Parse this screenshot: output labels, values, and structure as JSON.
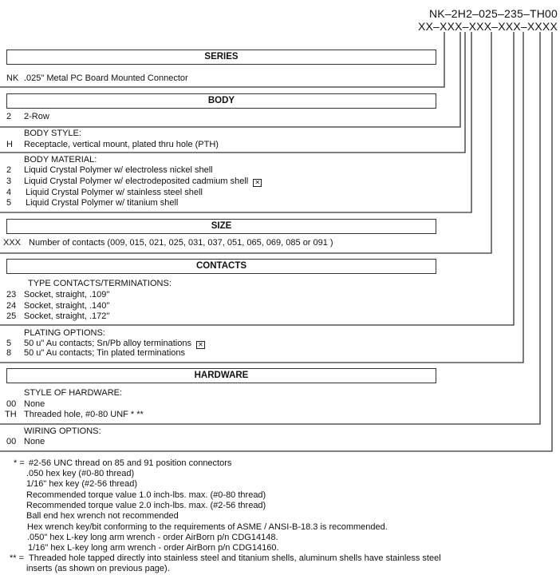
{
  "part_number": {
    "example": "NK–2H2–025–235–TH00",
    "pattern": "XX–XXX–XXX–XXX–XXXX"
  },
  "series": {
    "header": "SERIES",
    "code": "NK",
    "desc": ".025\" Metal PC Board Mounted Connector"
  },
  "body": {
    "header": "BODY",
    "row": {
      "code": "2",
      "desc": "2-Row"
    },
    "style_label": "BODY STYLE:",
    "style": {
      "code": "H",
      "desc": "Receptacle, vertical mount, plated thru hole (PTH)"
    },
    "material_label": "BODY MATERIAL:",
    "materials": [
      {
        "code": "2",
        "desc": "Liquid Crystal Polymer w/ electroless nickel shell"
      },
      {
        "code": "3",
        "desc": "Liquid Crystal Polymer w/ electrodeposited cadmium shell",
        "icon": "x-box-icon"
      },
      {
        "code": "4",
        "desc": "Liquid Crystal Polymer w/ stainless steel shell"
      },
      {
        "code": "5",
        "desc": "Liquid Crystal Polymer w/ titanium shell"
      }
    ]
  },
  "size": {
    "header": "SIZE",
    "code": "XXX",
    "desc": "Number of contacts (009, 015, 021, 025, 031, 037, 051, 065, 069, 085 or 091 )"
  },
  "contacts": {
    "header": "CONTACTS",
    "type_label": "TYPE CONTACTS/TERMINATIONS:",
    "types": [
      {
        "code": "23",
        "desc": "Socket, straight, .109\""
      },
      {
        "code": "24",
        "desc": "Socket, straight, .140\""
      },
      {
        "code": "25",
        "desc": "Socket, straight, .172\""
      }
    ],
    "plating_label": "PLATING OPTIONS:",
    "plating": [
      {
        "code": "5",
        "desc": "50 u\" Au contacts; Sn/Pb alloy terminations",
        "icon": "x-box-icon"
      },
      {
        "code": "8",
        "desc": "50 u\" Au contacts; Tin plated terminations"
      }
    ]
  },
  "hardware": {
    "header": "HARDWARE",
    "style_label": "STYLE OF HARDWARE:",
    "styles": [
      {
        "code": "00",
        "desc": "None"
      },
      {
        "code": "TH",
        "desc": "Threaded hole, #0-80 UNF * **"
      }
    ],
    "wiring_label": "WIRING OPTIONS:",
    "wiring": [
      {
        "code": "00",
        "desc": "None"
      }
    ]
  },
  "footnotes": {
    "star_prefix": "* =",
    "star_lines": [
      "#2-56 UNC thread on 85 and 91 position connectors",
      ".050 hex key (#0-80 thread)",
      "1/16\" hex key (#2-56 thread)",
      "Recommended torque value 1.0 inch-lbs. max. (#0-80 thread)",
      "Recommended torque value 2.0 inch-lbs. max. (#2-56 thread)",
      "Ball end hex wrench not recommended",
      "Hex wrench key/bit conforming to the requirements of ASME / ANSI-B-18.3 is recommended.",
      ".050\" hex L-key long arm wrench - order AirBorn p/n CDG14148.",
      "1/16\" hex L-key long arm wrench - order AirBorn p/n CDG14160."
    ],
    "dstar_prefix": "** =",
    "dstar_lines": [
      "Threaded hole tapped directly into stainless steel and titanium shells, aluminum shells have stainless steel",
      "inserts (as shown on previous page)."
    ]
  }
}
